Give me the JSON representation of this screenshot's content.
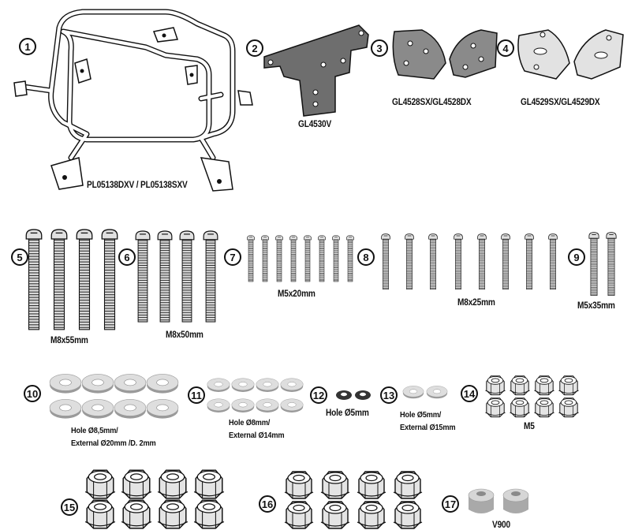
{
  "items": [
    {
      "no": "1",
      "label": "PL05138DXV / PL05138SXV"
    },
    {
      "no": "2",
      "label": "GL4530V"
    },
    {
      "no": "3",
      "label": "GL4528SX/GL4528DX"
    },
    {
      "no": "4",
      "label": "GL4529SX/GL4529DX"
    },
    {
      "no": "5",
      "label": "M8x55mm"
    },
    {
      "no": "6",
      "label": "M8x50mm"
    },
    {
      "no": "7",
      "label": "M5x20mm"
    },
    {
      "no": "8",
      "label": "M8x25mm"
    },
    {
      "no": "9",
      "label": "M5x35mm"
    },
    {
      "no": "10",
      "label_line1": "Hole Ø8,5mm/",
      "label_line2": "External Ø20mm /D. 2mm"
    },
    {
      "no": "11",
      "label_line1": "Hole Ø8mm/",
      "label_line2": "External Ø14mm"
    },
    {
      "no": "12",
      "label": "Hole Ø5mm"
    },
    {
      "no": "13",
      "label_line1": "Hole Ø5mm/",
      "label_line2": "External Ø15mm"
    },
    {
      "no": "14",
      "label": "M5"
    },
    {
      "no": "15"
    },
    {
      "no": "16"
    },
    {
      "no": "17",
      "label": "V900"
    }
  ],
  "colors": {
    "line": "#111111",
    "metal": "#c9c9c9",
    "dark_metal": "#6e6e6e",
    "rubber": "#bdbdbd"
  }
}
